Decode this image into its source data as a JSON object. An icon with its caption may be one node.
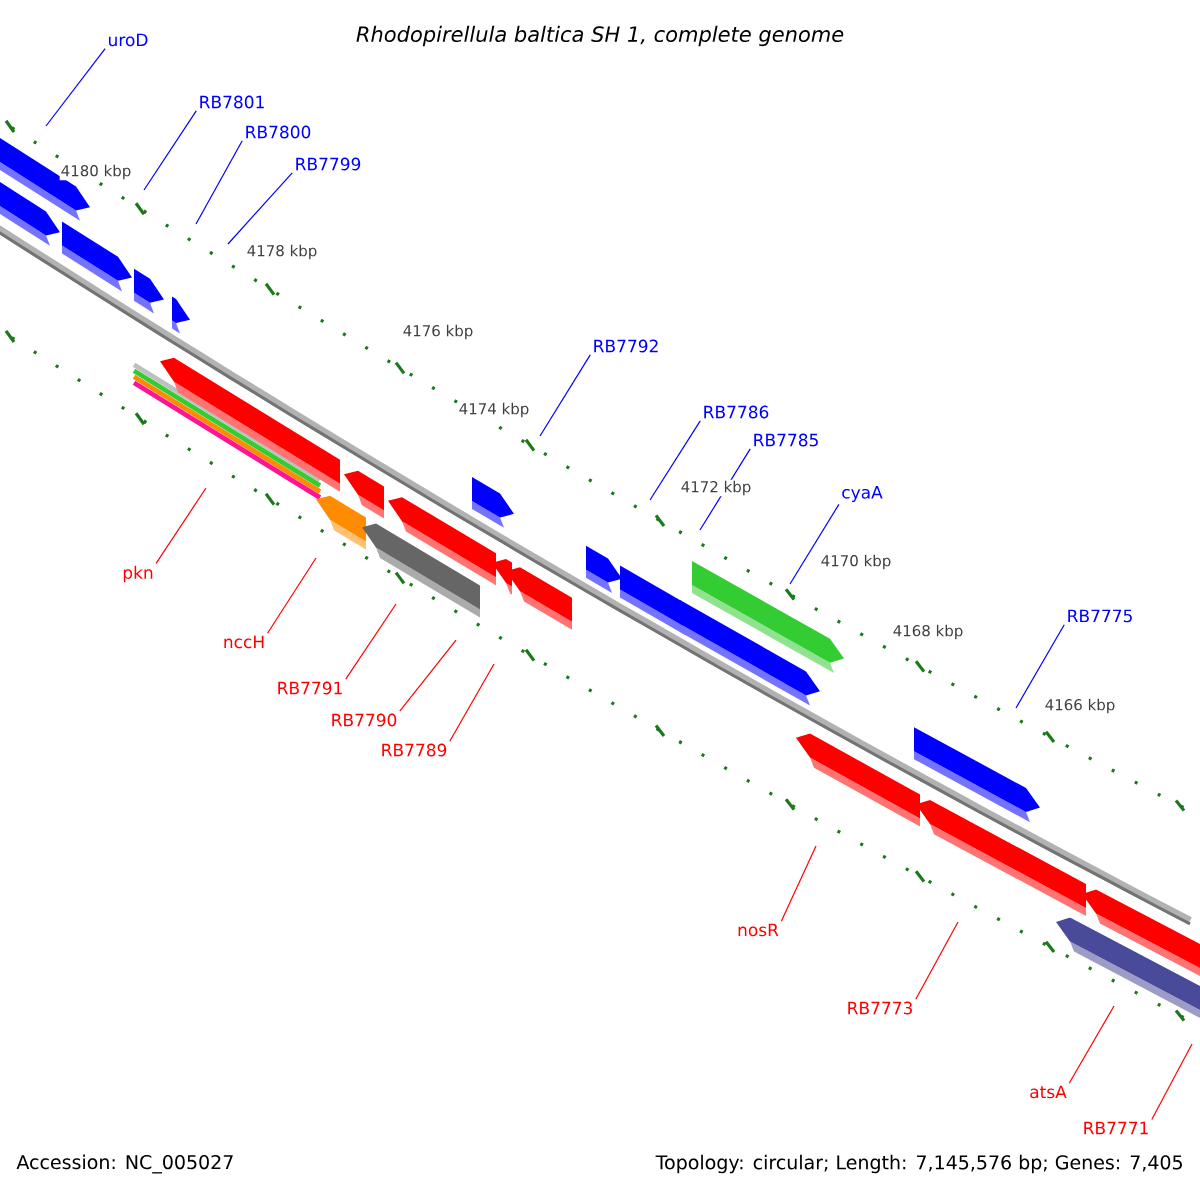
{
  "diagram": {
    "title": "Rhodopirellula baltica SH 1, complete genome",
    "nodes": [
      {
        "text": [
          "uroD"
        ]
      },
      {
        "text": [
          "RB7801"
        ]
      },
      {
        "text": [
          "RB7800"
        ]
      },
      {
        "text": [
          "RB7799"
        ]
      },
      {
        "text": [
          "RB7792"
        ]
      },
      {
        "text": [
          "RB7786"
        ]
      },
      {
        "text": [
          "RB7785"
        ]
      },
      {
        "text": [
          "cyaA"
        ]
      },
      {
        "text": [
          "RB7775"
        ]
      },
      {
        "text": [
          "pkn"
        ]
      },
      {
        "text": [
          "nccH"
        ]
      },
      {
        "text": [
          "RB7791"
        ]
      },
      {
        "text": [
          "RB7790"
        ]
      },
      {
        "text": [
          "RB7789"
        ]
      },
      {
        "text": [
          "nosR"
        ]
      },
      {
        "text": [
          "RB7773"
        ]
      },
      {
        "text": [
          "atsA"
        ]
      },
      {
        "text": [
          "RB7771"
        ]
      }
    ],
    "edges": [
      {
        "from": 0,
        "to": null,
        "arrow": "none",
        "color": "#0000ff"
      },
      {
        "from": 1,
        "to": null,
        "arrow": "none",
        "color": "#0000ff"
      },
      {
        "from": 2,
        "to": null,
        "arrow": "none",
        "color": "#0000ff"
      },
      {
        "from": 3,
        "to": null,
        "arrow": "none",
        "color": "#0000ff"
      },
      {
        "from": 4,
        "to": null,
        "arrow": "none",
        "color": "#0000ff"
      },
      {
        "from": 5,
        "to": null,
        "arrow": "none",
        "color": "#0000ff"
      },
      {
        "from": 6,
        "to": null,
        "arrow": "none",
        "color": "#0000ff"
      },
      {
        "from": 7,
        "to": null,
        "arrow": "none",
        "color": "#0000ff"
      },
      {
        "from": 8,
        "to": null,
        "arrow": "none",
        "color": "#0000ff"
      },
      {
        "from": 9,
        "to": null,
        "arrow": "none",
        "color": "#ff0000"
      },
      {
        "from": 10,
        "to": null,
        "arrow": "none",
        "color": "#ff0000"
      },
      {
        "from": 11,
        "to": null,
        "arrow": "none",
        "color": "#ff0000"
      },
      {
        "from": 12,
        "to": null,
        "arrow": "none",
        "color": "#ff0000"
      },
      {
        "from": 13,
        "to": null,
        "arrow": "none",
        "color": "#ff0000"
      },
      {
        "from": 14,
        "to": null,
        "arrow": "none",
        "color": "#ff0000"
      },
      {
        "from": 15,
        "to": null,
        "arrow": "none",
        "color": "#ff0000"
      },
      {
        "from": 16,
        "to": null,
        "arrow": "none",
        "color": "#ff0000"
      },
      {
        "from": 17,
        "to": null,
        "arrow": "none",
        "color": "#ff0000"
      }
    ],
    "labels": [
      "4180 kbp",
      "4178 kbp",
      "4176 kbp",
      "4174 kbp",
      "4172 kbp",
      "4170 kbp",
      "4168 kbp",
      "4166 kbp",
      "Accession: NC_005027",
      "Topology: circular; Length: 7,145,576 bp; Genes: 7,405"
    ]
  }
}
